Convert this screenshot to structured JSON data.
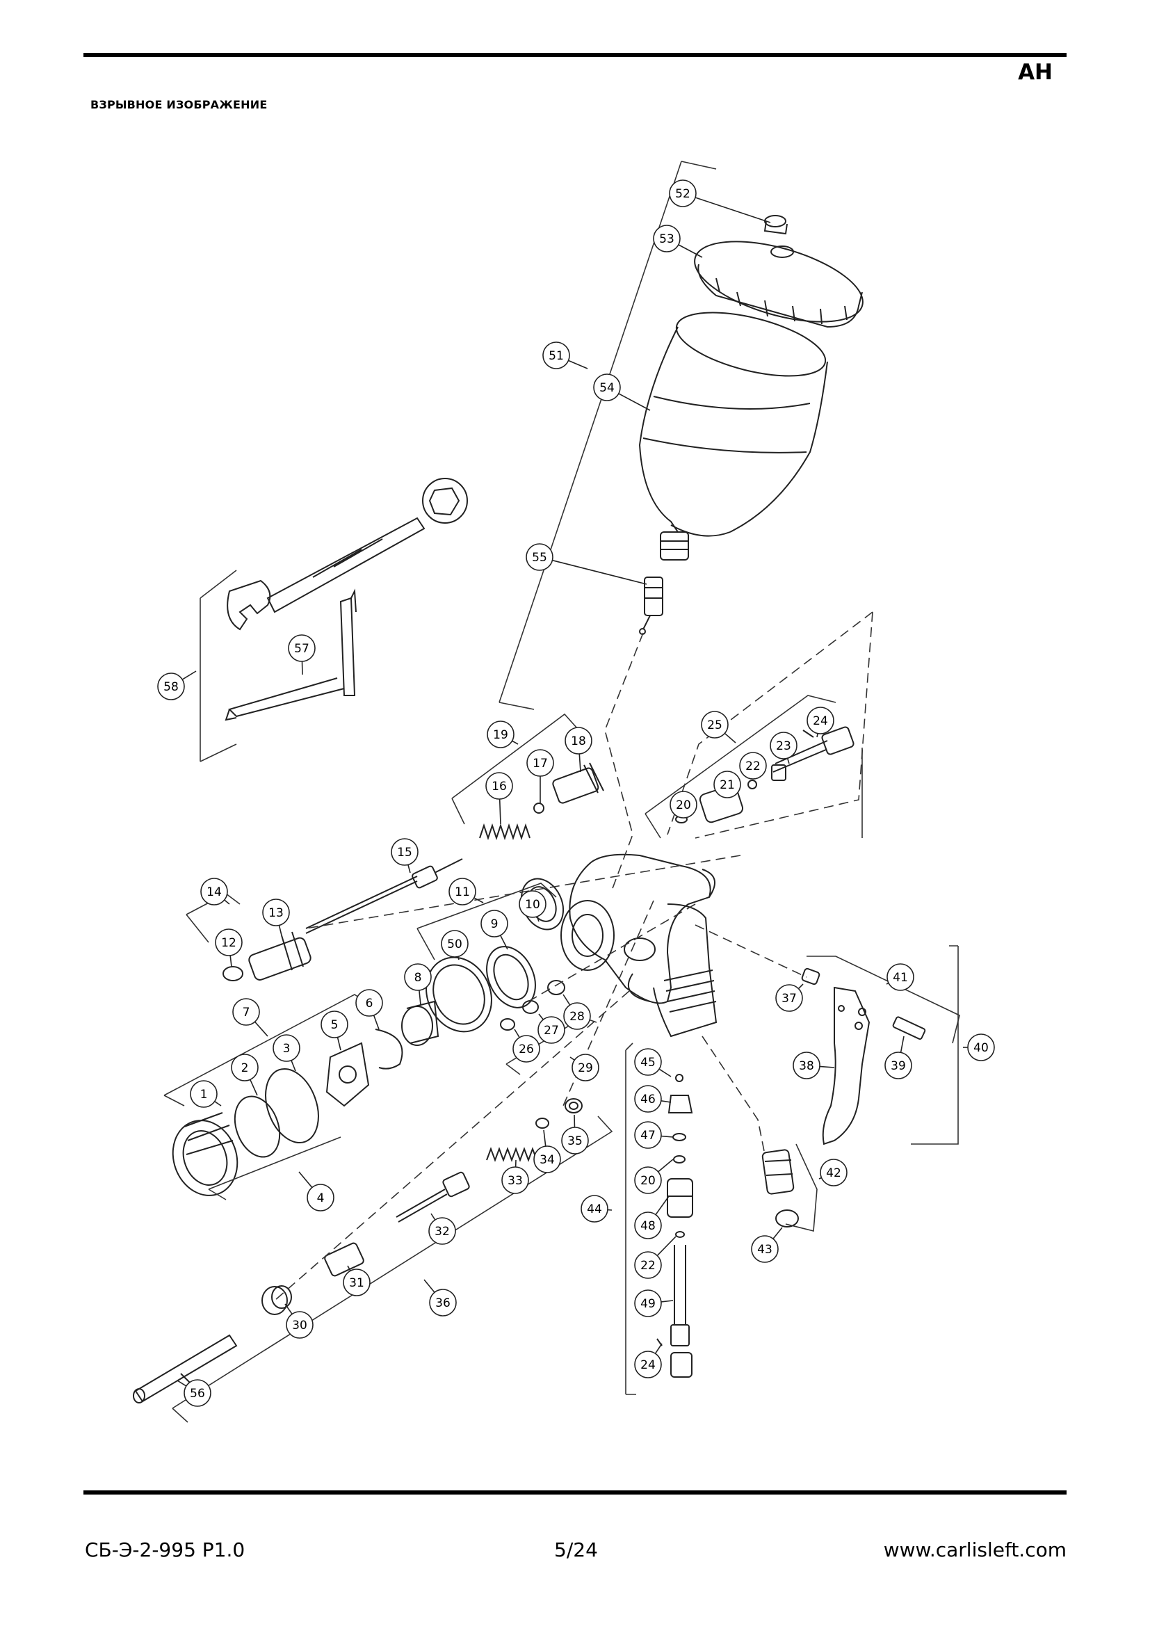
{
  "header": {
    "lang_code": "AH",
    "section_title": "ВЗРЫВНОЕ ИЗОБРАЖЕНИЕ"
  },
  "footer": {
    "doc_code": "СБ-Э-2-995 P1.0",
    "page_number": "5/24",
    "website": "www.carlisleft.com"
  },
  "part_labels": [
    "1",
    "2",
    "3",
    "4",
    "5",
    "6",
    "7",
    "8",
    "9",
    "10",
    "11",
    "12",
    "13",
    "14",
    "15",
    "16",
    "17",
    "18",
    "19",
    "20",
    "21",
    "22",
    "23",
    "24",
    "25",
    "26",
    "27",
    "28",
    "29",
    "30",
    "31",
    "32",
    "33",
    "34",
    "35",
    "36",
    "37",
    "38",
    "39",
    "40",
    "41",
    "42",
    "43",
    "44",
    "45",
    "46",
    "47",
    "20",
    "48",
    "22",
    "49",
    "24",
    "50",
    "51",
    "52",
    "53",
    "54",
    "55",
    "56",
    "57",
    "58"
  ]
}
